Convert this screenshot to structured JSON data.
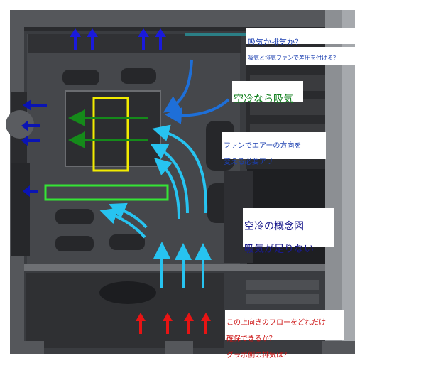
{
  "annotations": {
    "intake_or_exhaust": "吸気か排気か？",
    "pressure_diff": "吸気と排気ファンで差圧を付ける？",
    "air_cool_intake": "空冷なら吸気",
    "fan_direction_1": "ファンでエアーの方向を",
    "fan_direction_2": "変える必要アリ",
    "concept_1": "空冷の概念図",
    "concept_2": "吸気が足りない",
    "upflow_1": "この上向きのフローをどれだけ",
    "upflow_2": "確保できるか？",
    "gpu_exhaust": "グラボ側の排気は？"
  },
  "colors": {
    "case_dark": "#3a3c40",
    "case_mid": "#55575b",
    "case_light": "#8c8f93",
    "arrow_intake_top": "#1a1adc",
    "arrow_exhaust_rear": "#0a14b4",
    "arrow_blue_curve": "#1e6fd8",
    "arrow_cyan": "#27c3f0",
    "arrow_red": "#e81414",
    "arrow_green": "#158a1a",
    "highlight_yellow": "#f2ec00",
    "highlight_green": "#35e535",
    "text_blue": "#1b3fb0",
    "text_green": "#0d7d1a",
    "text_red": "#cc1111",
    "text_navy": "#1a1a8c"
  }
}
